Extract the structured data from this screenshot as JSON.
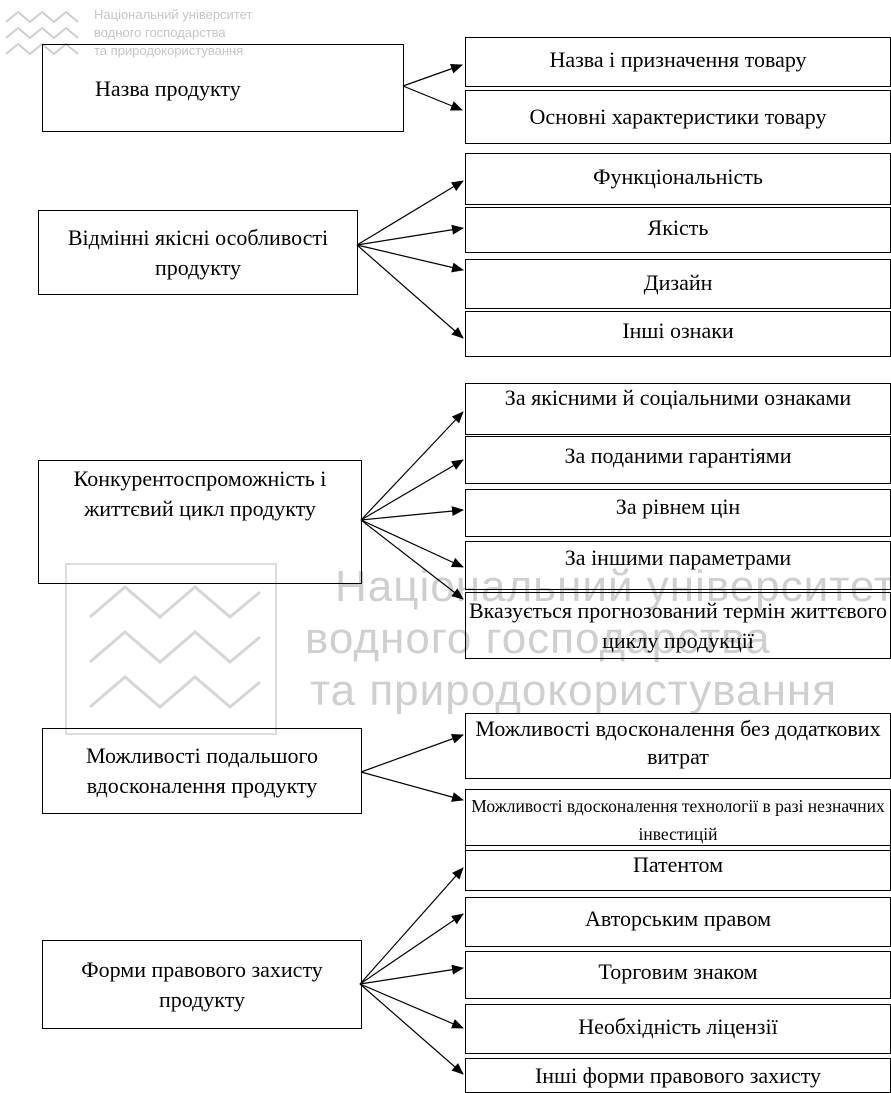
{
  "watermark": {
    "small_lines": [
      "Національний університет",
      "водного господарства",
      "та природокористування"
    ],
    "large_lines": [
      "Національний університет",
      "водного господарства",
      "та природокористування"
    ]
  },
  "groups": [
    {
      "source": "Назва продукту",
      "targets": [
        "Назва і призначення товару",
        "Основні характеристики товару"
      ]
    },
    {
      "source": "Відмінні якісні особливості продукту",
      "targets": [
        "Функціональність",
        "Якість",
        "Дизайн",
        "Інші ознаки"
      ]
    },
    {
      "source": "Конкурентоспроможність і життєвий цикл продукту",
      "targets": [
        "За якісними й соціальними ознаками",
        "За поданими гарантіями",
        "За рівнем цін",
        "За іншими параметрами",
        "Вказується прогнозований термін життєвого циклу продукції"
      ]
    },
    {
      "source": "Можливості подальшого вдосконалення продукту",
      "targets": [
        "Можливості вдосконалення без додаткових витрат",
        "Можливості вдосконалення технології в разі незначних інвестицій"
      ]
    },
    {
      "source": "Форми правового захисту продукту",
      "targets": [
        "Патентом",
        "Авторським правом",
        "Торговим знаком",
        "Необхідність ліцензії",
        "Інші форми правового захисту"
      ]
    }
  ]
}
